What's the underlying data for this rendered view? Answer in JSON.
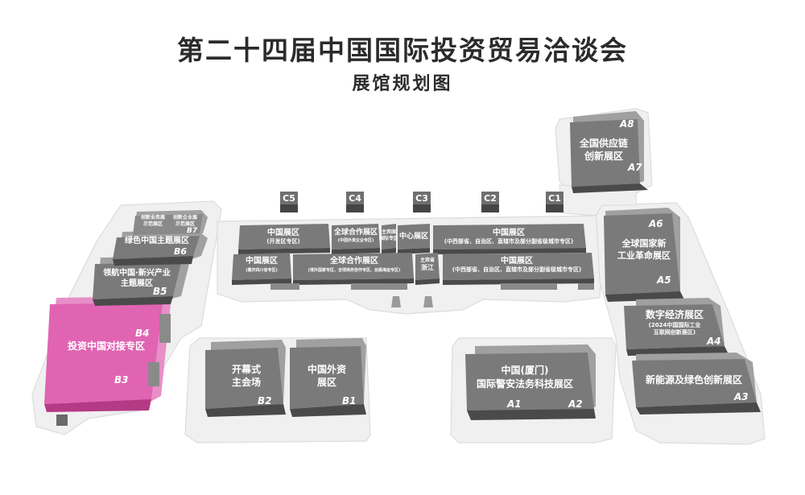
{
  "title": "第二十四届中国国际投资贸易洽谈会",
  "subtitle": "展馆规划图",
  "gates": [
    "C5",
    "C4",
    "C3",
    "C2",
    "C1"
  ],
  "halls": {
    "a8": "A8",
    "a7": "A7",
    "a7_name_1": "全国供应链",
    "a7_name_2": "创新展区",
    "a6": "A6",
    "a5": "A5",
    "a56_name_1": "全球国家新",
    "a56_name_2": "工业革命展区",
    "a4": "A4",
    "a4_name_1": "数字经济展区",
    "a4_sub_1": "(2024中国国际工业",
    "a4_sub_2": "互联网创新展区)",
    "a3": "A3",
    "a3_name": "新能源及绿色创新展区",
    "a1": "A1",
    "a2": "A2",
    "a12_name_1": "中国(厦门)",
    "a12_name_2": "国际警安法务科技展区",
    "b2": "B2",
    "b2_name_1": "开幕式",
    "b2_name_2": "主会场",
    "b1": "B1",
    "b1_name_1": "中国外资",
    "b1_name_2": "展区",
    "b4": "B4",
    "b3": "B3",
    "b34_name": "投资中国对接专区",
    "b5": "B5",
    "b5_name_1": "领航中国·新兴产业",
    "b5_name_2": "主题展区",
    "b6": "B6",
    "b6_name": "绿色中国主题展区",
    "b7": "B7",
    "b7_name_1": "创新业务展",
    "b7_name_2": "示范展区",
    "b7_name_3": "创新企业展",
    "b7_name_4": "示范展区",
    "c_upper_1_name": "中国展区",
    "c_upper_1_sub": "(开发区专区)",
    "c_upper_2_name": "全球合作展区",
    "c_upper_2_sub": "(中国外资企业专区)",
    "c_upper_3_name_1": "主宾国",
    "c_upper_3_name_2": "国际专区",
    "c_upper_4_name": "中心展区",
    "c_upper_5_name": "中国展区",
    "c_upper_5_sub": "(中西部省、自治区、直辖市及部分副省级城市专区)",
    "c_lower_1_name": "中国展区",
    "c_lower_1_sub": "(重庆四川省专区)",
    "c_lower_2_name": "全球合作展区",
    "c_lower_2_sub": "(境外国家专区、全球商务协作专区、丝路海运专区)",
    "c_lower_3_name_1": "主宾省",
    "c_lower_3_name_2": "浙江",
    "c_lower_4_name": "中国展区",
    "c_lower_4_sub": "(中西部省、自治区、直辖市及部分副省级城市专区)"
  },
  "colors": {
    "hall": "#7a7a7a",
    "hall_dark": "#4a4a4a",
    "hall_top": "#9a9a9a",
    "highlight": "#e064b2",
    "highlight_dark": "#b43a86",
    "ground": "#f0f0f0",
    "ground_edge": "#d8d8d8",
    "title": "#2b2b2b"
  }
}
